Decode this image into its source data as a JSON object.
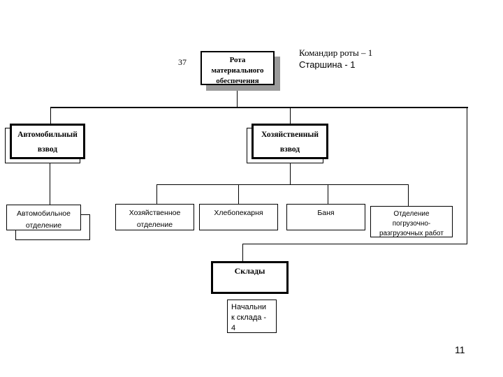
{
  "slide": {
    "unit_number": "37",
    "page_number": "11"
  },
  "org": {
    "root": "Рота\nматериального\nобеспечения",
    "staff_notes": [
      "Командир роты – 1",
      "Старшина - 1"
    ],
    "platoons": [
      {
        "label": "Автомобильный\nвзвод"
      },
      {
        "label": "Хозяйственный\nвзвод"
      }
    ],
    "departments": [
      {
        "label": "Автомобильное\nотделение"
      },
      {
        "label": "Хозяйственное\nотделение"
      },
      {
        "label": "Хлебопекарня"
      },
      {
        "label": "Баня"
      },
      {
        "label": "Отделение\nпогрузочно-\nразгрузочных работ"
      }
    ],
    "warehouses": "Склады",
    "warehouse_chief": "Начальни\nк склада -\n4"
  }
}
